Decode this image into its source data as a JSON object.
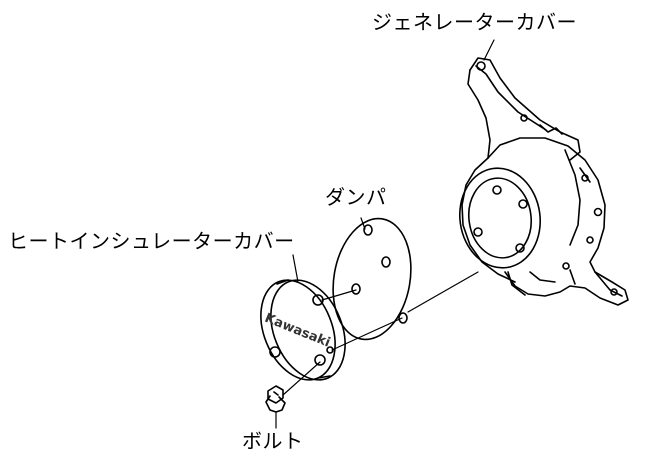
{
  "labels": {
    "generator_cover": "ジェネレーターカバー",
    "damper": "ダンパ",
    "heat_insulator_cover": "ヒートインシュレーターカバー",
    "bolt": "ボルト"
  },
  "logo_text": "Kawasaki"
}
